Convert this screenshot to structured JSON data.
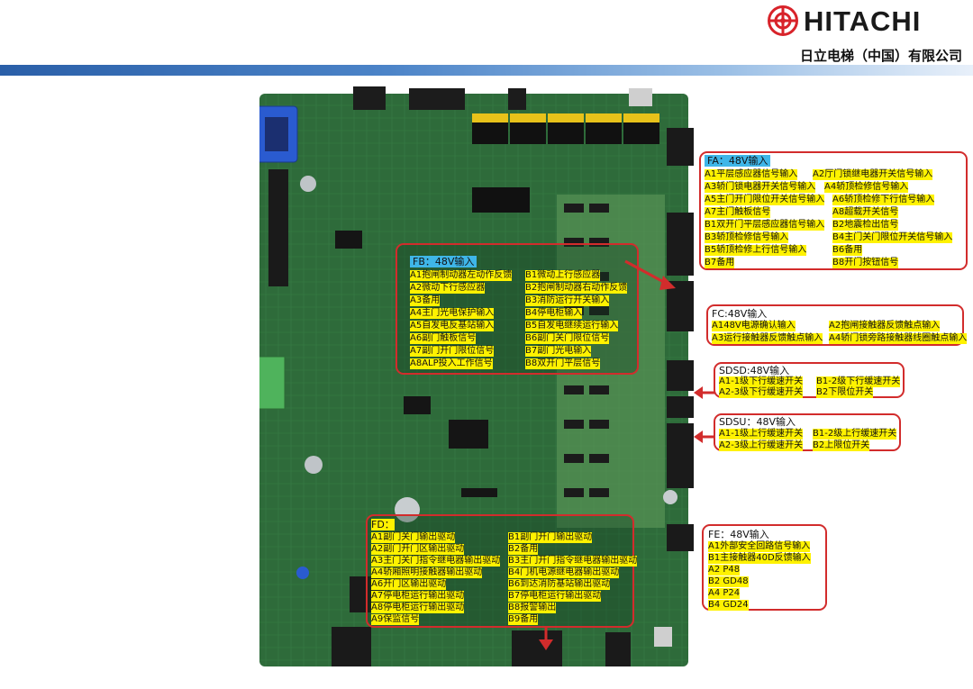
{
  "header": {
    "brand": "HITACHI",
    "subtitle": "日立电梯（中国）有限公司",
    "logo_icon": "hitachi-logo-icon"
  },
  "colors": {
    "callout_border": "#d22c2c",
    "highlight": "#fff200",
    "header_blue": "#3fb6e8",
    "pcb_green": "#2e6b3a",
    "top_bar": "#2a5fa8"
  },
  "callouts": {
    "fa": {
      "title": "FA：48V输入",
      "rows": [
        {
          "left": "A1平层感应器信号输入",
          "right": "A2厅门锁继电器开关信号输入"
        },
        {
          "left": "A3轿门锁电器开关信号输入",
          "right": "A4轿顶检修信号输入"
        },
        {
          "left": "A5主门开门限位开关信号输入",
          "right": "A6轿顶检修下行信号输入"
        },
        {
          "left": "A7主门触板信号",
          "right": "A8超载开关信号"
        },
        {
          "left": "B1双开门平层感应器信号输入",
          "right": "B2地震检出信号"
        },
        {
          "left": "B3轿顶检修信号输入",
          "right": "B4主门关门限位开关信号输入"
        },
        {
          "left": "B5轿顶检修上行信号输入",
          "right": "B6备用"
        },
        {
          "left": "B7备用",
          "right": "B8开门按钮信号"
        }
      ]
    },
    "fb": {
      "title": "FB：48V输入",
      "rows": [
        {
          "left": "A1抱闸制动器左动作反馈",
          "right": "B1微动上行感应器"
        },
        {
          "left": "A2微动下行感应器",
          "right": "B2抱闸制动器右动作反馈"
        },
        {
          "left": "A3备用",
          "right": "B3消防运行开关输入"
        },
        {
          "left": "A4主门光电保护输入",
          "right": "B4停电柜输入"
        },
        {
          "left": "A5自发电反基站输入",
          "right": "B5自发电继续运行输入"
        },
        {
          "left": "A6副门触板信号",
          "right": "B6副门关门限位信号"
        },
        {
          "left": "A7副门开门限位信号",
          "right": "B7副门光电输入"
        },
        {
          "left": "A8ALP投入工作信号",
          "right": "B8双开门平层信号"
        }
      ]
    },
    "fc": {
      "title": "FC:48V输入",
      "rows": [
        {
          "left": "A148V电源确认输入",
          "right": "A2抱闸接触器反馈触点输入"
        },
        {
          "left": "A3运行接触器反馈触点输入",
          "right": "A4轿门锁旁路接触器线圈触点输入"
        }
      ]
    },
    "sdsd": {
      "title": "SDSD:48V输入",
      "rows": [
        {
          "left": "A1-1级下行缓速开关",
          "right": "B1-2级下行缓速开关"
        },
        {
          "left": "A2-3级下行缓速开关",
          "right": "B2下限位开关"
        }
      ]
    },
    "sdsu": {
      "title": "SDSU：48V输入",
      "rows": [
        {
          "left": "A1-1级上行缓速开关",
          "right": "B1-2级上行缓速开关"
        },
        {
          "left": "A2-3级上行缓速开关",
          "right": "B2上限位开关"
        }
      ]
    },
    "fd": {
      "title": "FD：",
      "rows": [
        {
          "left": "A1副门关门输出驱动",
          "right": "B1副门开门输出驱动"
        },
        {
          "left": "A2副门开门区输出驱动",
          "right": "B2备用"
        },
        {
          "left": "A3主门关门指令继电器输出驱动",
          "right": "B3主门开门指令继电器输出驱动"
        },
        {
          "left": "A4轿厢照明接触器输出驱动",
          "right": "B4门机电源继电器输出驱动"
        },
        {
          "left": "A6开门区输出驱动",
          "right": "B6到达消防基站输出驱动"
        },
        {
          "left": "A7停电柜运行输出驱动",
          "right": "B7停电柜运行输出驱动"
        },
        {
          "left": "A8停电柜运行输出驱动",
          "right": "B8报警输出"
        },
        {
          "left": "A9保监信号",
          "right": "B9备用"
        }
      ]
    },
    "fe": {
      "title": "FE：48V输入",
      "rows": [
        "A1外部安全回路信号输入",
        "B1主接触器40D反馈输入",
        "A2  P48",
        "B2  GD48",
        "A4  P24",
        "B4  GD24"
      ]
    }
  }
}
